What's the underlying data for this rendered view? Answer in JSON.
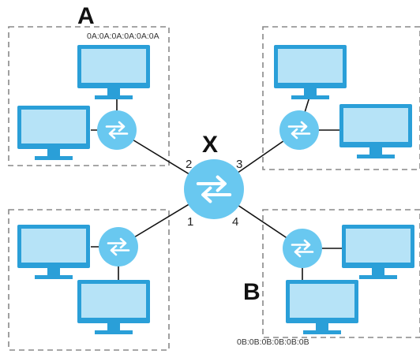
{
  "labels": {
    "segment_a": "A",
    "segment_b": "B",
    "central_switch": "X"
  },
  "mac_addresses": {
    "a": "0A:0A:0A:0A:0A:0A",
    "b": "0B:0B:0B:0B:0B:0B"
  },
  "ports": {
    "p1": "1",
    "p2": "2",
    "p3": "3",
    "p4": "4"
  },
  "colors": {
    "switch_fill": "#69c8f0",
    "monitor_frame": "#2a9fd8",
    "monitor_screen": "#b6e3f7",
    "link_line": "#111111",
    "segment_border": "#888888"
  },
  "icons": {
    "switch": "switch-icon",
    "computer": "monitor-icon"
  }
}
